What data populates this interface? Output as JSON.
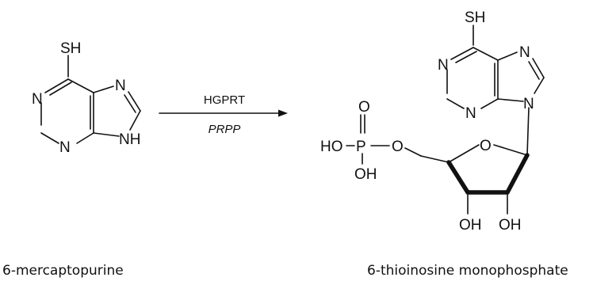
{
  "reactant": {
    "name": "6-mercaptopurine",
    "atoms": {
      "sh": "SH",
      "n1": "N",
      "n3": "N",
      "n7": "N",
      "n9h": "NH"
    }
  },
  "reaction": {
    "enzyme": "HGPRT",
    "cosubstrate": "PRPP"
  },
  "product": {
    "name": "6-thioinosine monophosphate",
    "atoms": {
      "sh": "SH",
      "n1": "N",
      "n3": "N",
      "n7": "N",
      "n9": "N",
      "ring_o": "O",
      "p": "P",
      "p_double_o": "O",
      "ho": "HO",
      "o_bridge": "O",
      "p_oh": "OH",
      "oh3": "OH",
      "oh2": "OH"
    }
  }
}
